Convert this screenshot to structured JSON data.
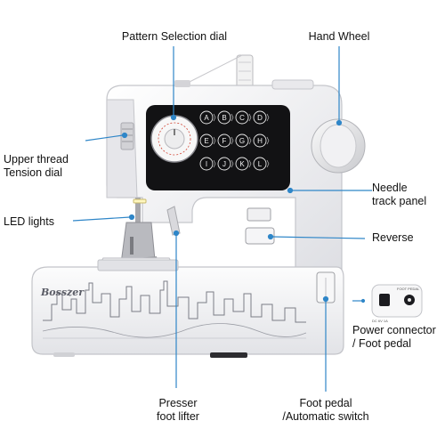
{
  "labels": {
    "pattern_selection_dial": "Pattern Selection dial",
    "hand_wheel": "Hand Wheel",
    "upper_thread_1": "Upper thread",
    "upper_thread_2": "Tension dial",
    "led_lights": "LED lights",
    "needle_track_1": "Needle",
    "needle_track_2": "track panel",
    "reverse": "Reverse",
    "power_1": "Power connector",
    "power_2": "/ Foot pedal",
    "presser_1": "Presser",
    "presser_2": "foot lifter",
    "foot_pedal_1": "Foot pedal",
    "foot_pedal_2": "/Automatic switch"
  },
  "brand": "Bosszer",
  "pattern_keys": [
    [
      "A",
      "B",
      "C",
      "D"
    ],
    [
      "E",
      "F",
      "G",
      "H"
    ],
    [
      "I",
      "J",
      "K",
      "L"
    ]
  ],
  "connector_labels": {
    "dc": "DC 6V 1A",
    "pedal": "FOOT PEDAL"
  },
  "colors": {
    "leader": "#2f86c8",
    "body": "#f4f4f6",
    "panel": "#121214"
  }
}
